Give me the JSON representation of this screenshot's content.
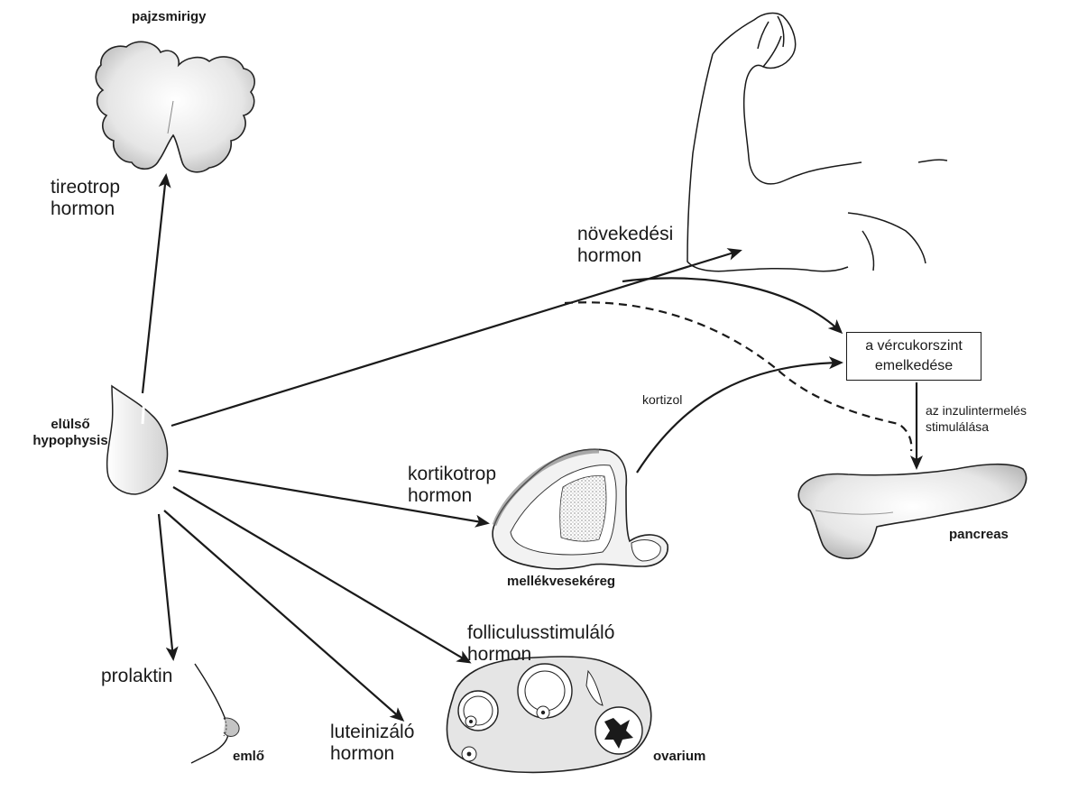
{
  "organs": {
    "thyroid": "pajzsmirigy",
    "pituitary_line1": "elülső",
    "pituitary_line2": "hypophysis",
    "adrenal": "mellékvesekéreg",
    "pancreas": "pancreas",
    "breast": "emlő",
    "ovary": "ovarium"
  },
  "hormones": {
    "tsh_line1": "tireotrop",
    "tsh_line2": "hormon",
    "gh_line1": "növekedési",
    "gh_line2": "hormon",
    "acth_line1": "kortikotrop",
    "acth_line2": "hormon",
    "fsh_line1": "folliculusstimuláló",
    "fsh_line2": "hormon",
    "lh_line1": "luteinizáló",
    "lh_line2": "hormon",
    "prolactin": "prolaktin",
    "cortisol": "kortizol"
  },
  "effects": {
    "blood_sugar_line1": "a vércukorszint",
    "blood_sugar_line2": "emelkedése",
    "insulin_line1": "az inzulintermelés",
    "insulin_line2": "stimulálása"
  }
}
